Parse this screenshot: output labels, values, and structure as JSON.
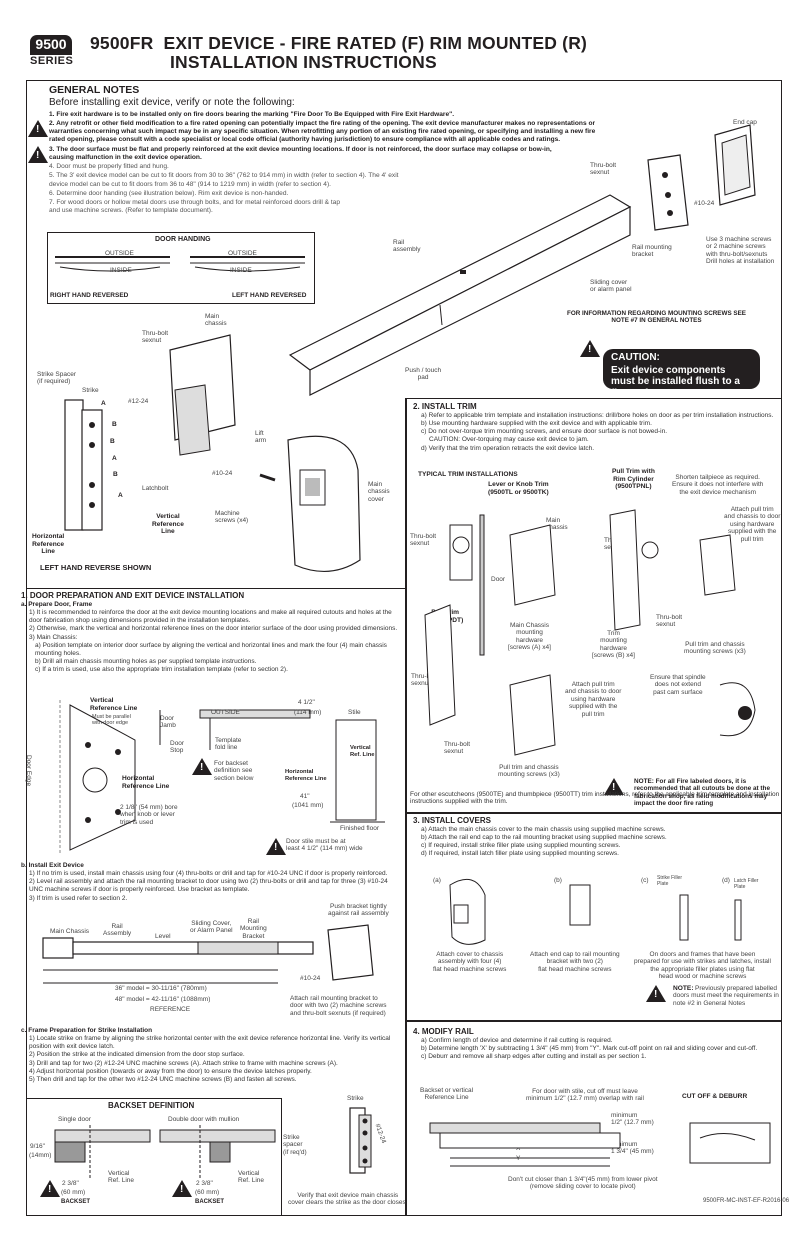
{
  "header": {
    "badge_number": "9500",
    "badge_series": "SERIES",
    "model": "9500FR",
    "title_line1": "EXIT DEVICE - FIRE RATED (F) RIM MOUNTED (R)",
    "title_line2": "INSTALLATION INSTRUCTIONS"
  },
  "general_notes": {
    "title": "GENERAL NOTES",
    "subtitle": "Before installing exit device, verify or note the following:",
    "notes": [
      "1.  Fire exit hardware is to be installed only on fire doors bearing the marking \"Fire Door To Be Equipped with Fire Exit Hardware\".",
      "2.  Any retrofit or other field modification to a fire rated opening can potentially impact the fire rating of the opening. The exit device manufacturer makes no representations or warranties concerning what such impact may be in any specific situation. When retrofitting any portion of an existing fire rated opening, or specifying and installing a new fire rated opening, please consult with a code specialist or local code official (authority having jurisdiction) to ensure compliance with all applicable codes and ratings.",
      "3.  The door surface must be flat and properly reinforced at the exit device mounting locations. If door is not reinforced, the door surface may collapse or bow-in, causing malfunction in the exit device operation.",
      "4.  Door must be properly fitted and hung.",
      "5.  The 3' exit device model can be cut to fit doors from 30 to 36\" (762 to 914 mm) in width (refer to section 4). The 4' exit device model can be cut to fit doors from 36 to 48\" (914 to 1219 mm) in width (refer to section 4).",
      "6.  Determine door handing (see illustration below). Rim exit device is non-handed.",
      "7.  For wood doors or hollow metal doors use through bolts, and for metal reinforced doors drill & tap and use machine screws. (Refer to template document)."
    ]
  },
  "door_handing": {
    "title": "DOOR HANDING",
    "outside": "OUTSIDE",
    "inside": "INSIDE",
    "left_label": "RIGHT HAND REVERSED",
    "right_label": "LEFT HAND REVERSED"
  },
  "main_diagram": {
    "labels": {
      "end_cap": "End cap",
      "thru_bolt_sexnut": "Thru-bolt\nsexnut",
      "screw_spec_10_24": "#10-24",
      "rail_assembly": "Rail\nassembly",
      "rail_mounting_bracket": "Rail mounting\nbracket",
      "use_3_screws": "Use 3 machine screws\nor 2 machine screws\nwith thru-bolt/sexnuts\nDrill holes at installation",
      "sliding_cover": "Sliding cover\nor alarm panel",
      "mounting_screws_note": "FOR INFORMATION REGARDING MOUNTING SCREWS SEE\nNOTE #7 IN GENERAL NOTES",
      "main_chassis": "Main\nchassis",
      "thru_bolt_sexnut2": "Thru-bolt\nsexnut",
      "strike_spacer": "Strike Spacer\n(if required)",
      "strike": "Strike",
      "screw_spec_12_24": "#12-24",
      "push_touch_pad": "Push / touch\npad",
      "lift_arm": "Lift\narm",
      "latchbolt": "Latchbolt",
      "main_chassis_cover": "Main\nchassis\ncover",
      "machine_screws_x4": "Machine\nscrews (x4)",
      "vertical_reference_line": "Vertical\nReference\nLine",
      "horizontal_reference_line": "Horizontal\nReference\nLine",
      "screw_spec_10_24b": "#10-24",
      "left_hand_reverse": "LEFT HAND REVERSE SHOWN"
    },
    "letters": [
      "A",
      "B",
      "B",
      "A",
      "B",
      "A"
    ]
  },
  "caution": {
    "title": "CAUTION:",
    "body": "Exit device components must be installed flush to a flat surface"
  },
  "section1": {
    "title": "1. DOOR PREPARATION AND EXIT DEVICE INSTALLATION",
    "a_title": "a. Prepare Door, Frame",
    "a_items": [
      "1) It is recommended to reinforce the door at the exit device mounting locations and make all required cutouts and holes at the door fabrication shop using dimensions provided in the installation templates.",
      "2) Otherwise, mark the vertical and horizontal reference lines on the door interior surface of the door using provided dimensions.",
      "3) Main Chassis:",
      "a) Position template on interior door surface by aligning the vertical and horizontal lines and mark the four (4) main chassis mounting holes.",
      "b) Drill all main chassis mounting holes as per supplied template instructions.",
      "c) If a trim is used, use also the appropriate trim installation template (refer to section 2)."
    ],
    "b_title": "b. Install Exit Device",
    "b_items": [
      "1) If no trim is used, install main chassis using four (4) thru-bolts or drill and tap for #10-24 UNC if door is properly reinforced.",
      "2) Level rail assembly and attach the rail mounting bracket to door using two (2) thru-bolts or drill and tap for three (3) #10-24 UNC machine screws if door is properly reinforced. Use bracket as template.",
      "3) If trim is used refer to section 2."
    ],
    "c_title": "c. Frame Preparation for Strike Installation",
    "c_items": [
      "1) Locate strike on frame by aligning the strike horizontal center with the exit device reference horizontal line. Verify its vertical position with exit device latch.",
      "2) Position the strike at the indicated dimension from the door stop surface.",
      "3) Drill and tap for two (2) #12-24 UNC machine screws (A). Attach strike to frame with machine screws (A).",
      "4) Adjust horizontal position (towards or away from the door) to ensure the device latches properly.",
      "5) Then drill and tap for the other two #12-24 UNC machine screws (B) and fasten all screws."
    ],
    "labels": {
      "vertical_reference_line": "Vertical\nReference Line",
      "must_be_parallel": "Must be parallel\nwith door edge",
      "door_edge": "Door Edge",
      "horizontal_reference_line": "Horizontal\nReference Line",
      "bore": "2 1/8\" (54 mm) bore\nwhen knob or lever\ntrim is used",
      "door_jamb": "Door\nJamb",
      "door_stop": "Door\nStop",
      "outside": "OUTSIDE",
      "template_fold_line": "Template\nfold line",
      "for_backset": "For backset\ndefinition see\nsection below",
      "dim_4_1_2": "4 1/2\"",
      "dim_114mm": "(114 mm)",
      "stile": "Stile",
      "vertical_ref_line": "Vertical\nRef. Line",
      "horizontal_ref_line": "Horizontal\nReference Line",
      "dim_41": "41\"",
      "dim_1041": "(1041 mm)",
      "finished_floor": "Finished floor",
      "stile_note": "Door stile must be at\nleast 4 1/2\" (114 mm) wide",
      "main_chassis": "Main Chassis",
      "rail_assembly": "Rail\nAssembly",
      "level": "Level",
      "sliding_cover": "Sliding Cover,\nor Alarm Panel",
      "rail_mounting_bracket": "Rail\nMounting\nBracket",
      "push_bracket": "Push bracket tightly\nagainst rail assembly",
      "dim_36": "36\" model = 30-11/16\" (780mm)",
      "dim_48": "48\" model = 42-11/16\" (1088mm)",
      "reference": "REFERENCE",
      "screw_10_24": "#10-24",
      "attach_rail": "Attach rail mounting bracket to\ndoor with two (2) machine screws\nand thru-bolt sexnuts (if required)"
    }
  },
  "backset": {
    "title": "BACKSET DEFINITION",
    "single_door": "Single door",
    "double_door": "Double door with mullion",
    "dim_9_16": "9/16\"",
    "dim_14mm": "(14mm)",
    "dim_2_3_8": "2 3/8\"",
    "dim_60mm": "(60 mm)",
    "backset": "BACKSET",
    "vertical_ref": "Vertical\nRef. Line",
    "strike": "Strike",
    "strike_spacer": "Strike\nspacer\n(if req'd)",
    "screw_12_24": "#12-24",
    "verify_note": "Verify that exit device main chassis\ncover clears the strike as the door closes."
  },
  "section2": {
    "title": "2. INSTALL TRIM",
    "items": [
      "a) Refer to applicable trim template and installation instructions: drill/bore holes on door as per trim installation instructions.",
      "b) Use mounting hardware supplied with the exit device and with applicable trim.",
      "c) Do not over-torque trim mounting screws, and ensure door surface is not bowed-in.",
      "CAUTION: Over-torquing may cause exit device to jam.",
      "d) Verify that the trim operation retracts the exit device latch."
    ],
    "typical": "TYPICAL TRIM INSTALLATIONS",
    "labels": {
      "lever_knob": "Lever or Knob Trim\n(9500TL or 9500TK)",
      "pull_trim_cyl": "Pull Trim with\nRim Cylinder\n(9500TPNL)",
      "shorten_tailpiece": "Shorten tailpiece as required.\nEnsure it does not interfere with\nthe exit device mechanism",
      "main_chassis": "Main\nchassis",
      "thru_bolt_sexnut": "Thru-bolt\nsexnut",
      "attach_pull_trim": "Attach pull trim\nand chassis to door\nusing hardware\nsupplied with the\npull trim",
      "door": "Door",
      "main_chassis_hw": "Main Chassis\nmounting\nhardware\n[screws (A) x4]",
      "trim_mounting_hw": "Trim\nmounting\nhardware\n[screws (B) x4]",
      "pull_trim_screws": "Pull trim and chassis\nmounting screws (x3)",
      "pull_trim": "Pull Trim\n(9500TPDT)",
      "attach_pull_trim2": "Attach pull trim\nand chassis to door\nusing hardware\nsupplied with the\npull trim",
      "spindle_note": "Ensure that spindle\ndoes not extend\npast cam surface",
      "pull_trim_screws2": "Pull trim and chassis\nmounting screws (x3)",
      "fire_note": "NOTE: For all Fire labeled doors, it is recommended that all cutouts be done at the fabrication shop, as field modifications may impact the door fire rating",
      "other_escutcheons": "For other escutcheons (9500TE) and thumbpiece (9500TT) trim installations, refer to the applicable trim template and installation instructions supplied with the trim."
    }
  },
  "section3": {
    "title": "3. INSTALL COVERS",
    "items": [
      "a) Attach the main chassis cover to the main chassis using supplied machine screws.",
      "b) Attach the rail end cap to the rail mounting bracket using supplied machine screws.",
      "c) If required, install strike filler plate using supplied mounting screws.",
      "d) If required, install latch filler plate using supplied mounting screws."
    ],
    "fig_a": "(a)",
    "fig_b": "(b)",
    "fig_c": "(c)",
    "fig_d": "(d)",
    "strike_filler": "Strike Filler\nPlate",
    "latch_filler": "Latch Filler\nPlate",
    "cap_a": "Attach cover to chassis\nassembly with four (4)\nflat head machine screws",
    "cap_b": "Attach end cap to rail mounting\nbracket with two (2)\nflat head machine screws",
    "cap_cd": "On doors and frames that have been\nprepared for use with strikes and latches, install\nthe appropriate filler plates using flat\nhead wood or machine screws",
    "note_label": "NOTE:",
    "note_text": "Previously prepared labelled\ndoors must meet the requirements in\nnote #2 in General Notes"
  },
  "section4": {
    "title": "4. MODIFY RAIL",
    "items": [
      "a) Confirm length of device and determine if rail cutting is required.",
      "b) Determine length 'X' by subtracting 1 3/4\" (45 mm) from \"Y\". Mark cut-off point on rail and sliding cover and cut-off.",
      "c) Deburr and remove all sharp edges after cutting and install as per section 1."
    ],
    "labels": {
      "backset_ref": "Backset or vertical\nReference Line",
      "door_with_stile": "For door with stile, cut off must leave\nminimum 1/2\" (12.7 mm) overlap with rail",
      "cut_off_deburr": "CUT OFF & DEBURR",
      "minimum1": "minimum\n1/2\" (12.7 mm)",
      "minimum2": "minimum\n1 3/4\" (45 mm)",
      "x": "X",
      "y": "Y",
      "dont_cut": "Don't cut closer than 1 3/4\"(45 mm) from lower pivot\n(remove sliding cover to locate pivot)"
    }
  },
  "footer": {
    "doc_id": "9500FR-MC-INST-EF-R2016-06"
  },
  "icons": {
    "warning": "warning-triangle-icon"
  }
}
